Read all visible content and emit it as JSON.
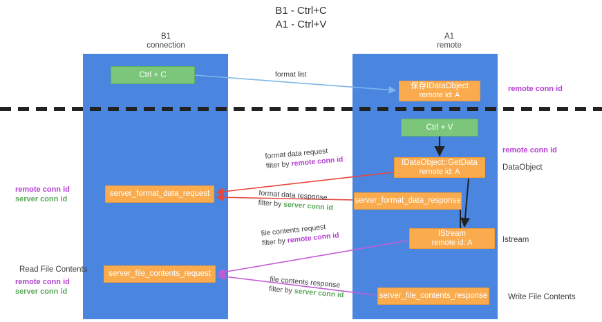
{
  "title": {
    "line1": "B1 - Ctrl+C",
    "line2": "A1 - Ctrl+V"
  },
  "columns": [
    {
      "name": "B1",
      "sub": "connection"
    },
    {
      "name": "A1",
      "sub": "remote"
    }
  ],
  "nodes": {
    "ctrl_c": {
      "label": "Ctrl + C",
      "color": "#7bc67b"
    },
    "save_idataobject": {
      "line1": "保存IDataObject",
      "line2": "remote id: A",
      "color": "#f9ab4e"
    },
    "ctrl_v": {
      "label": "Ctrl + V",
      "color": "#7bc67b"
    },
    "getdata": {
      "line1": "IDataObject::GetData",
      "line2": "remote id: A",
      "color": "#f9ab4e"
    },
    "server_format_data_request": {
      "label": "server_format_data_request",
      "color": "#f9ab4e"
    },
    "server_format_data_response": {
      "label": "server_format_data_response",
      "color": "#f9ab4e"
    },
    "istream": {
      "line1": "IStream",
      "line2": "remote id: A",
      "color": "#f9ab4e"
    },
    "server_file_contents_request": {
      "label": "server_file_contents_request",
      "color": "#f9ab4e"
    },
    "server_file_contents_response": {
      "label": "server_file_contents_response",
      "color": "#f9ab4e"
    }
  },
  "edges": {
    "format_list": {
      "label": "format list",
      "color": "#7eb6e8"
    },
    "format_data_request": {
      "line1": "format data request",
      "filter_prefix": "filter by ",
      "filter_key": "remote conn id",
      "color": "#e8453c"
    },
    "format_data_response": {
      "line1": "format data response",
      "filter_prefix": "filter by ",
      "filter_key": "server conn id",
      "color": "#e8453c"
    },
    "file_contents_request": {
      "line1": "file contents request",
      "filter_prefix": "filter by ",
      "filter_key": "remote conn id",
      "color": "#c45bd6"
    },
    "file_contents_response": {
      "line1": "file contents response",
      "filter_prefix": "filter by ",
      "filter_key": "server conn id",
      "color": "#c45bd6"
    }
  },
  "annotations": {
    "remote_conn_id": "remote conn id",
    "server_conn_id": "server conn id",
    "dataobject": "DataObject",
    "istream": "Istream",
    "read_file_contents": "Read File Contents",
    "write_file_contents": "Write File Contents"
  },
  "colors": {
    "lane": "#4a86e0",
    "green_node": "#7bc67b",
    "orange_node": "#f9ab4e",
    "purple_text": "#b23fd0",
    "green_text": "#5aa85a",
    "red_arrow": "#e8453c",
    "purple_arrow": "#c45bd6",
    "blue_arrow": "#7eb6e8",
    "separator": "#222222",
    "background": "#ffffff"
  }
}
